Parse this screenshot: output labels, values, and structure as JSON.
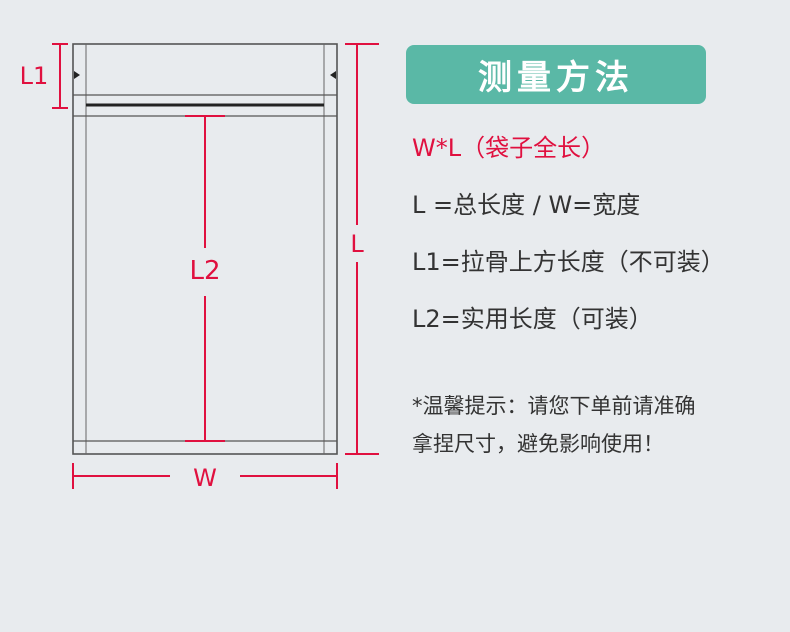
{
  "diagram": {
    "label_l1": "L1",
    "label_l2": "L2",
    "label_l": "L",
    "label_w": "W",
    "accent_color": "#e0103f",
    "outline_color": "#555555"
  },
  "panel": {
    "title": "测量方法",
    "title_bg": "#5ab8a6",
    "line_wl": "W*L（袋子全长）",
    "line_l_total": "L  =总长度  /  W=宽度",
    "line_l1": "L1=拉骨上方长度（不可装）",
    "line_l2": "L2=实用长度（可装）",
    "tip_1": "*温馨提示：请您下单前请准确",
    "tip_2": "拿捏尺寸，避免影响使用！"
  }
}
